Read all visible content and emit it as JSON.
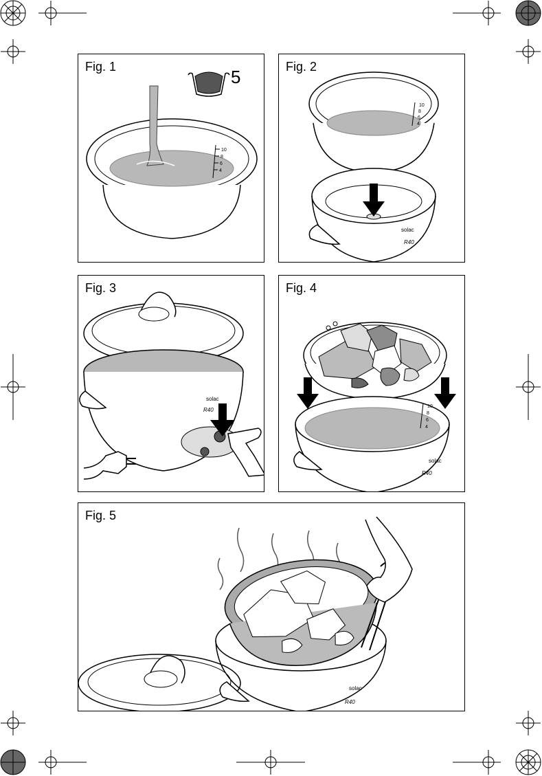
{
  "figures": {
    "fig1": {
      "label": "Fig. 1",
      "cup_count": "5"
    },
    "fig2": {
      "label": "Fig. 2"
    },
    "fig3": {
      "label": "Fig. 3"
    },
    "fig4": {
      "label": "Fig. 4"
    },
    "fig5": {
      "label": "Fig. 5"
    }
  },
  "scale_marks": [
    "10",
    "8",
    "6",
    "4"
  ],
  "brand": "solac",
  "model": "R40",
  "colors": {
    "liquid": "#b8b8b8",
    "food_dark": "#8c8c8c",
    "outline": "#000000"
  }
}
